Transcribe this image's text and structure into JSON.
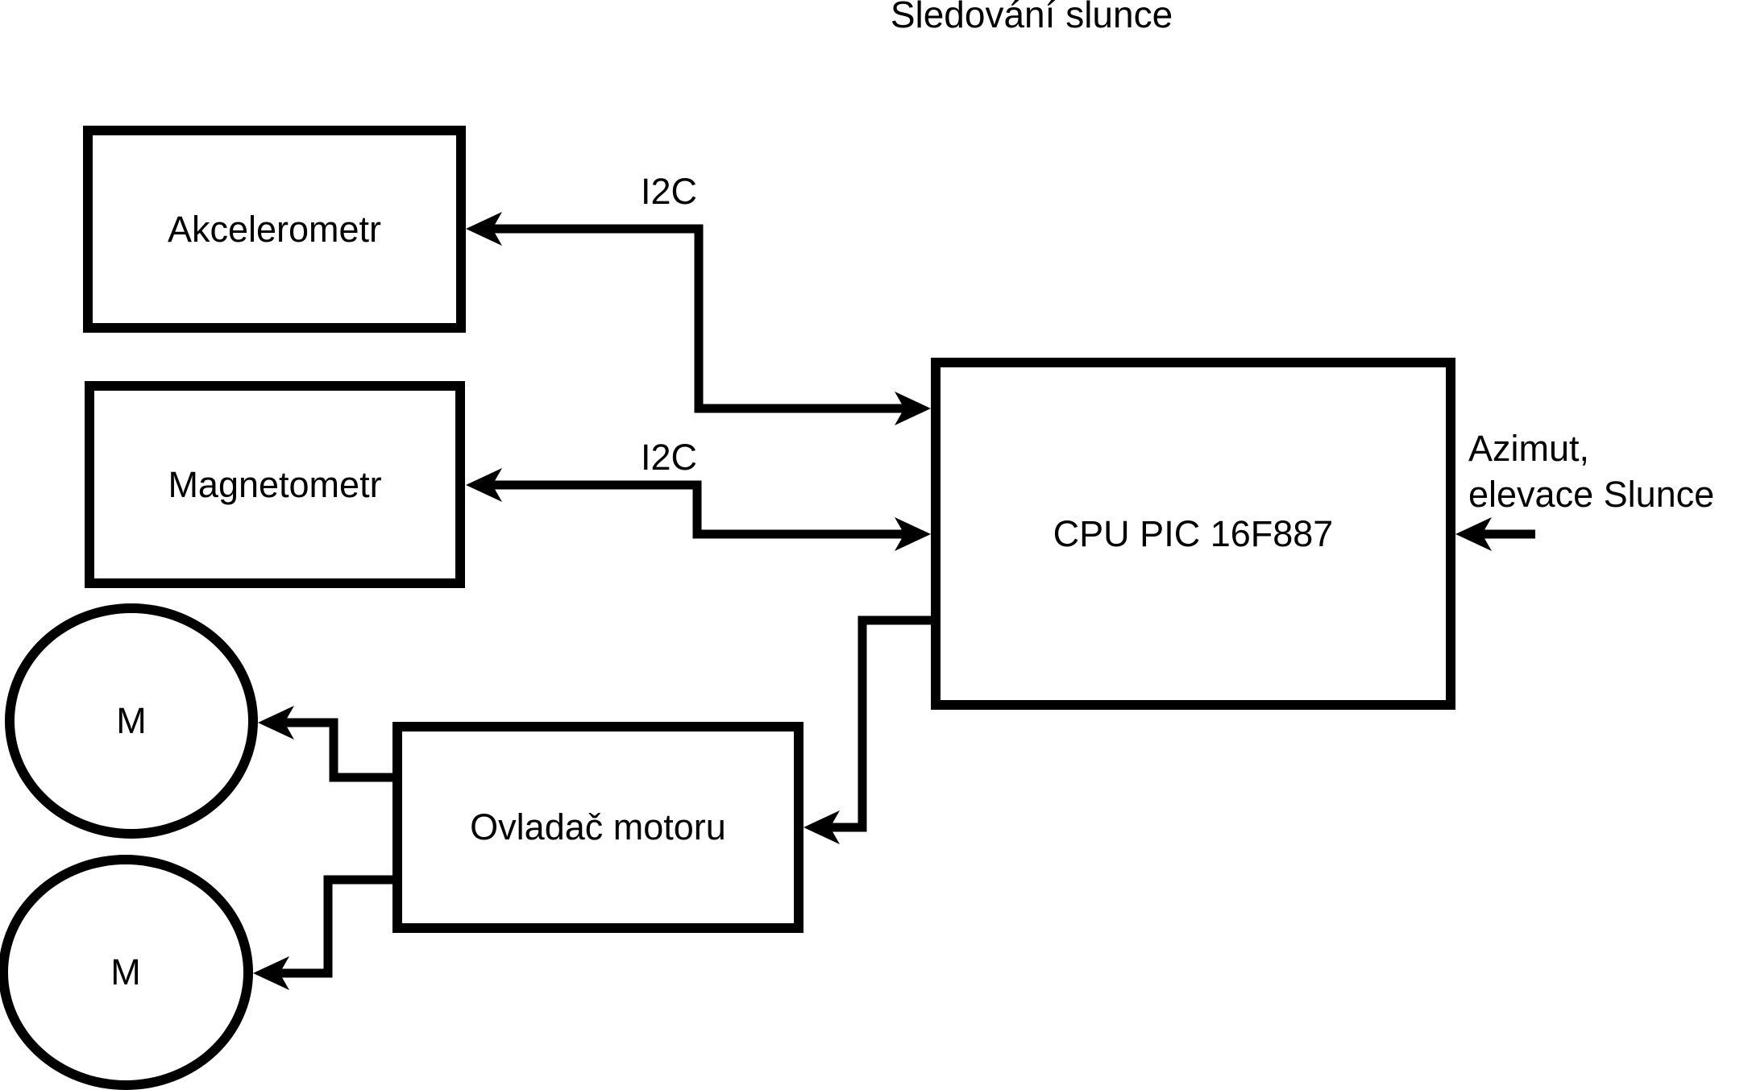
{
  "title": "Sledování slunce",
  "colors": {
    "ink": "#000000",
    "background": "#ffffff"
  },
  "blocks": {
    "accelerometer": {
      "label": "Akcelerometr"
    },
    "magnetometer": {
      "label": "Magnetometr"
    },
    "cpu": {
      "label": "CPU PIC 16F887"
    },
    "motor_driver": {
      "label": "Ovladač motoru"
    },
    "motor_top": {
      "label": "M"
    },
    "motor_bottom": {
      "label": "M"
    }
  },
  "connector_labels": {
    "i2c_accelerometer": "I2C",
    "i2c_magnetometer": "I2C",
    "cpu_input_line1": "Azimut,",
    "cpu_input_line2": "elevace Slunce"
  }
}
